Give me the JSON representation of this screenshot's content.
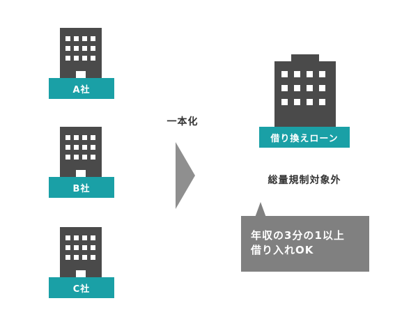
{
  "companies": [
    {
      "label": "A社"
    },
    {
      "label": "B社"
    },
    {
      "label": "C社"
    }
  ],
  "merge_label": "一本化",
  "result": {
    "label": "借り換えローン",
    "caption": "総量規制対象外",
    "note_lines": [
      "年収の3分の1以上",
      "借り入れOK"
    ]
  },
  "colors": {
    "building": "#4a4a4a",
    "label_bg": "#1aa0a6",
    "arrow": "#8f8f8f",
    "bubble": "#808080"
  }
}
